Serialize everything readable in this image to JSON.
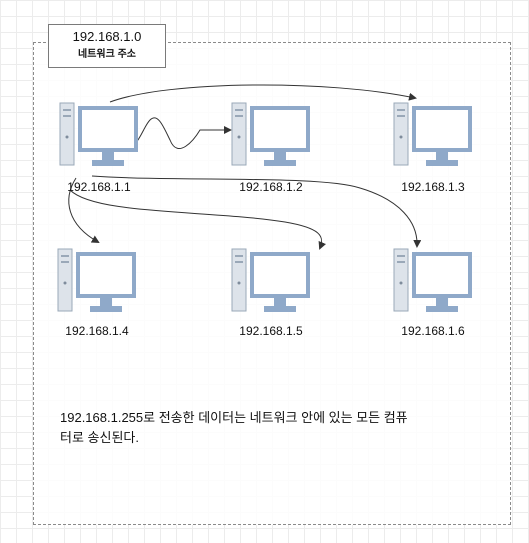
{
  "network_box": {
    "ip": "192.168.1.0",
    "label": "네트워크 주소"
  },
  "computers": [
    {
      "id": "pc1",
      "ip": "192.168.1.1"
    },
    {
      "id": "pc2",
      "ip": "192.168.1.2"
    },
    {
      "id": "pc3",
      "ip": "192.168.1.3"
    },
    {
      "id": "pc4",
      "ip": "192.168.1.4"
    },
    {
      "id": "pc5",
      "ip": "192.168.1.5"
    },
    {
      "id": "pc6",
      "ip": "192.168.1.6"
    }
  ],
  "note": {
    "line1": "192.168.1.255로 전송한 데이터는 네트워크 안에 있는 모든 컴퓨",
    "line2": "터로 송신된다."
  },
  "colors": {
    "monitor_frame": "#8fa9c9",
    "monitor_screen": "#ffffff",
    "tower": "#dde3ea",
    "arrow": "#333333"
  }
}
